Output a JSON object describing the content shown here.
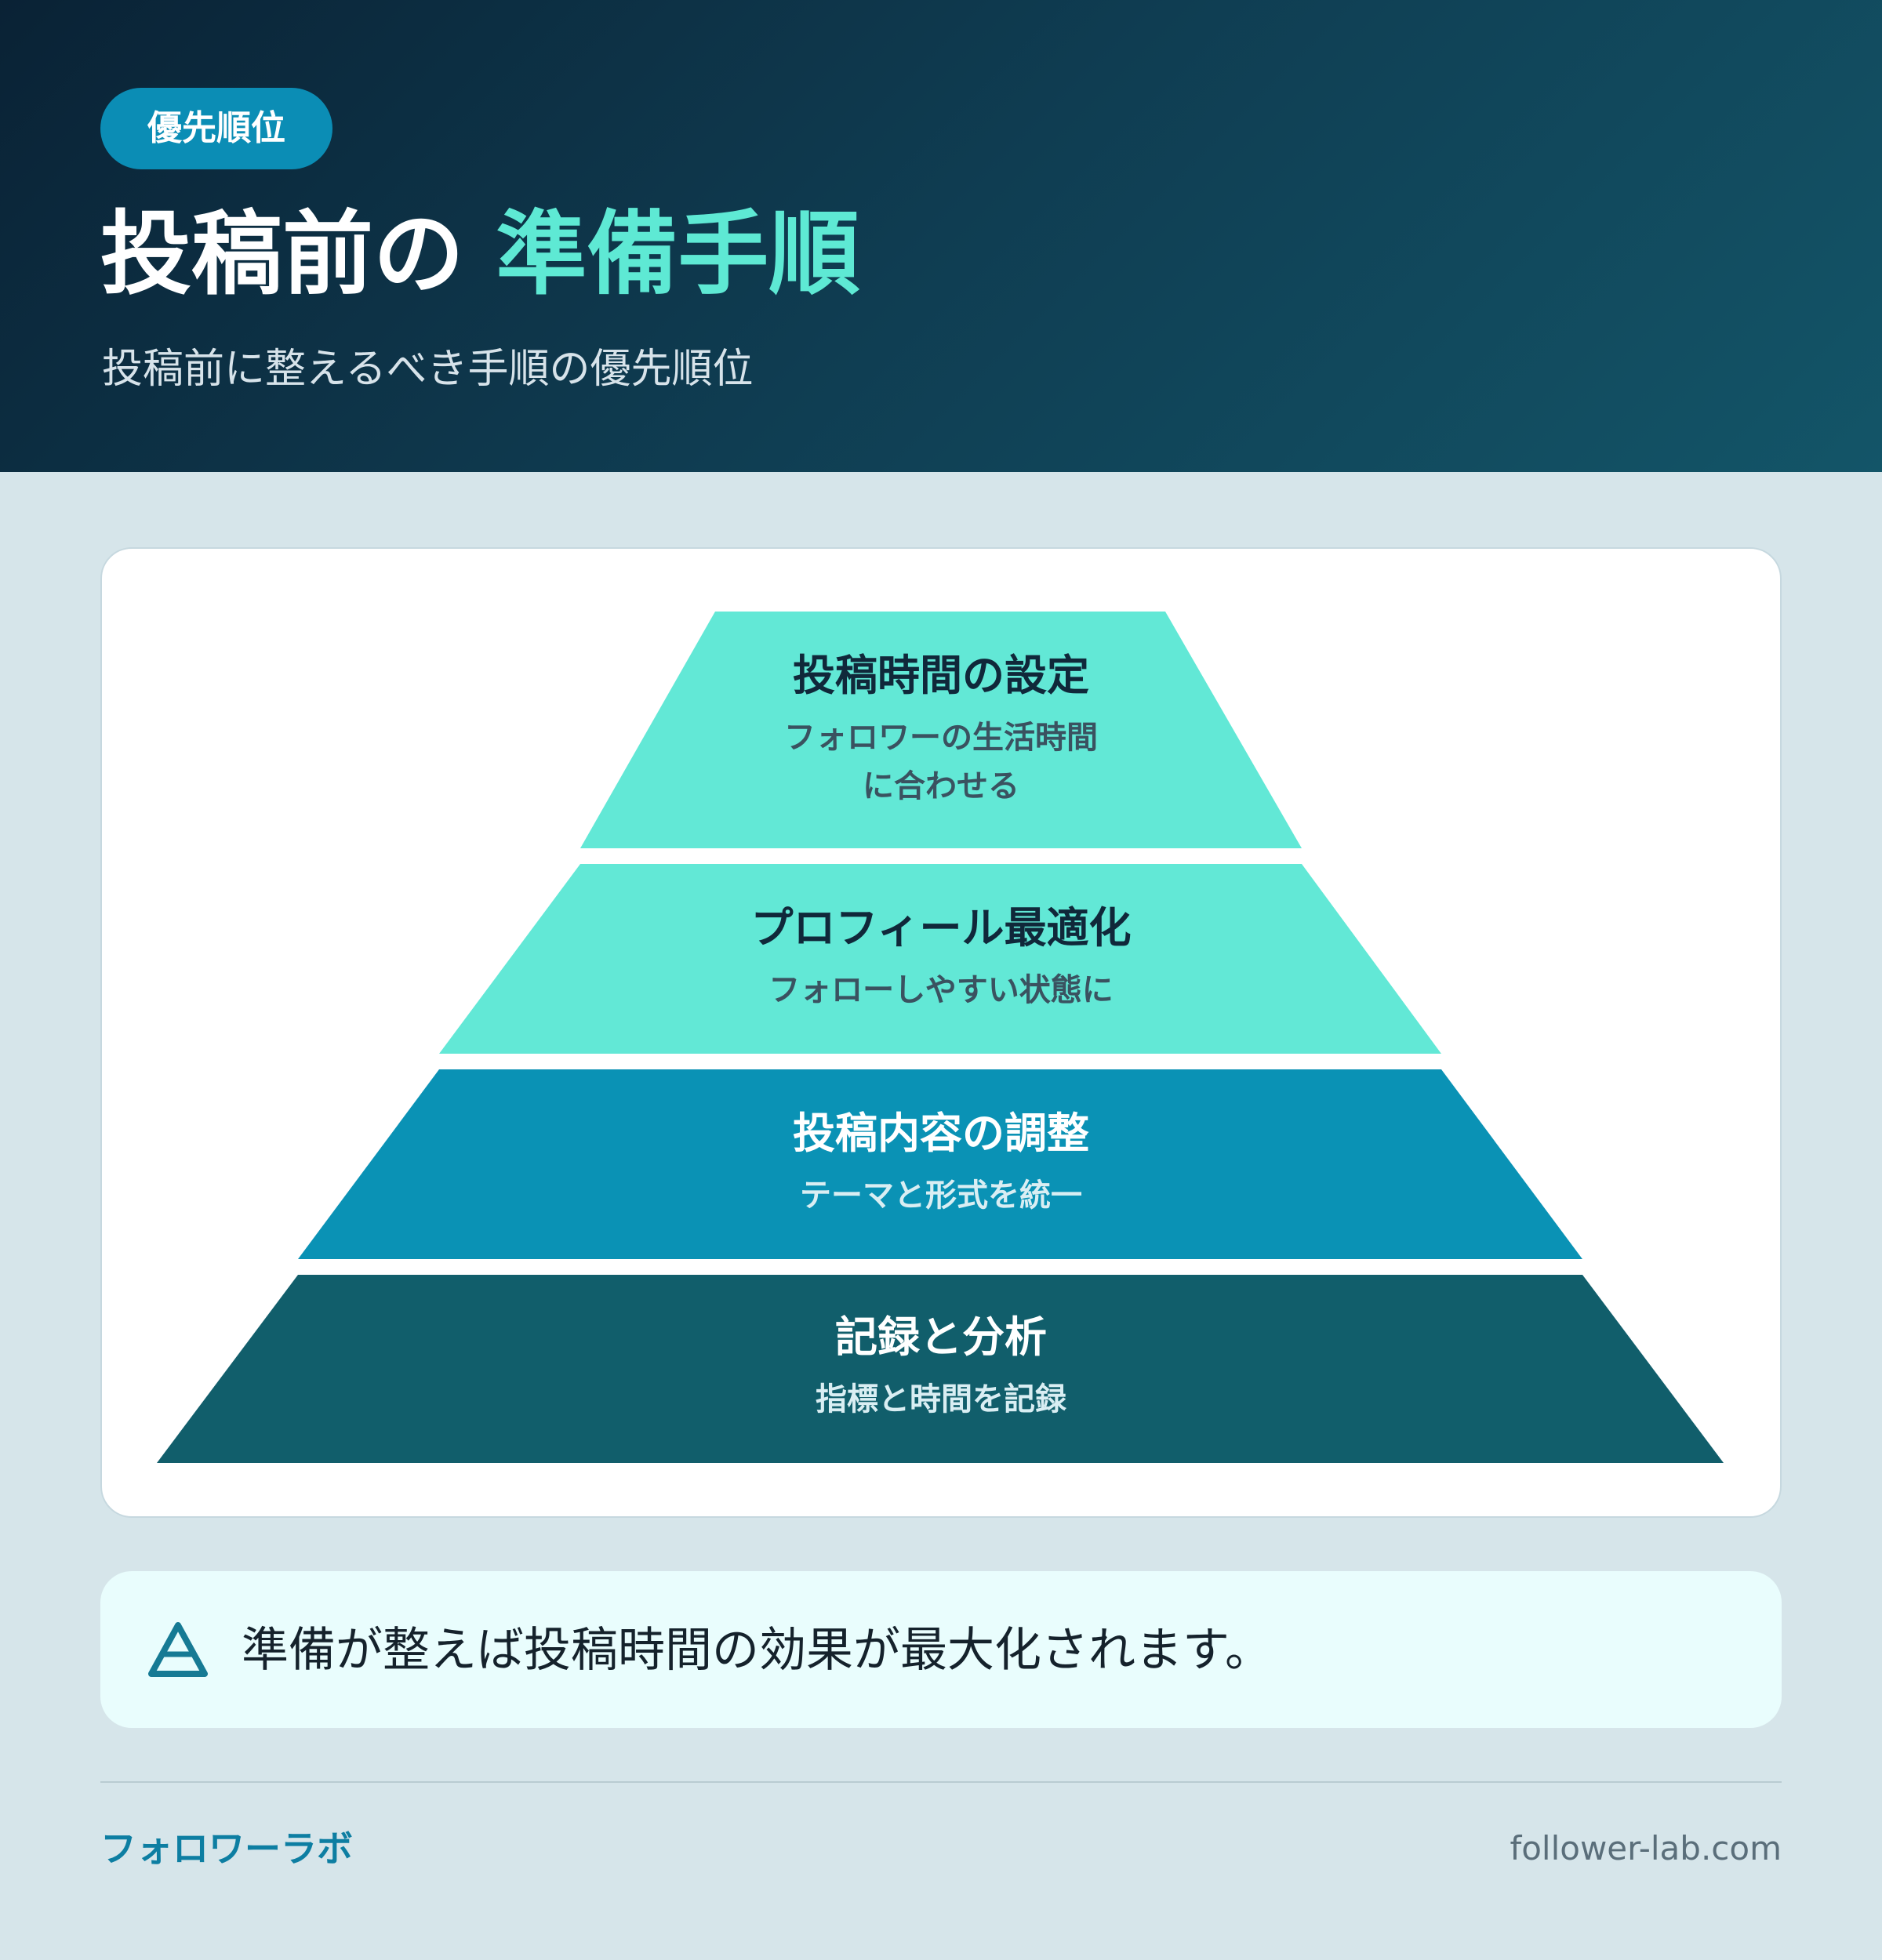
{
  "header": {
    "badge": "優先順位",
    "title_main": "投稿前の",
    "title_accent": "準備手順",
    "subtitle": "投稿前に整えるべき手順の優先順位"
  },
  "pyramid": {
    "layers": [
      {
        "title": "投稿時間の設定",
        "desc_line1": "フォロワーの生活時間",
        "desc_line2": "に合わせる",
        "color": "#62e8d6"
      },
      {
        "title": "プロフィール最適化",
        "desc_line1": "フォローしやすい状態に",
        "color": "#62e8d6"
      },
      {
        "title": "投稿内容の調整",
        "desc_line1": "テーマと形式を統一",
        "color": "#0a92b5"
      },
      {
        "title": "記録と分析",
        "desc_line1": "指標と時間を記録",
        "color": "#115e6b"
      }
    ]
  },
  "note": {
    "icon": "triangle-layers-icon",
    "text": "準備が整えば投稿時間の効果が最大化されます。"
  },
  "footer": {
    "brand": "フォロワーラボ",
    "url": "follower-lab.com"
  }
}
